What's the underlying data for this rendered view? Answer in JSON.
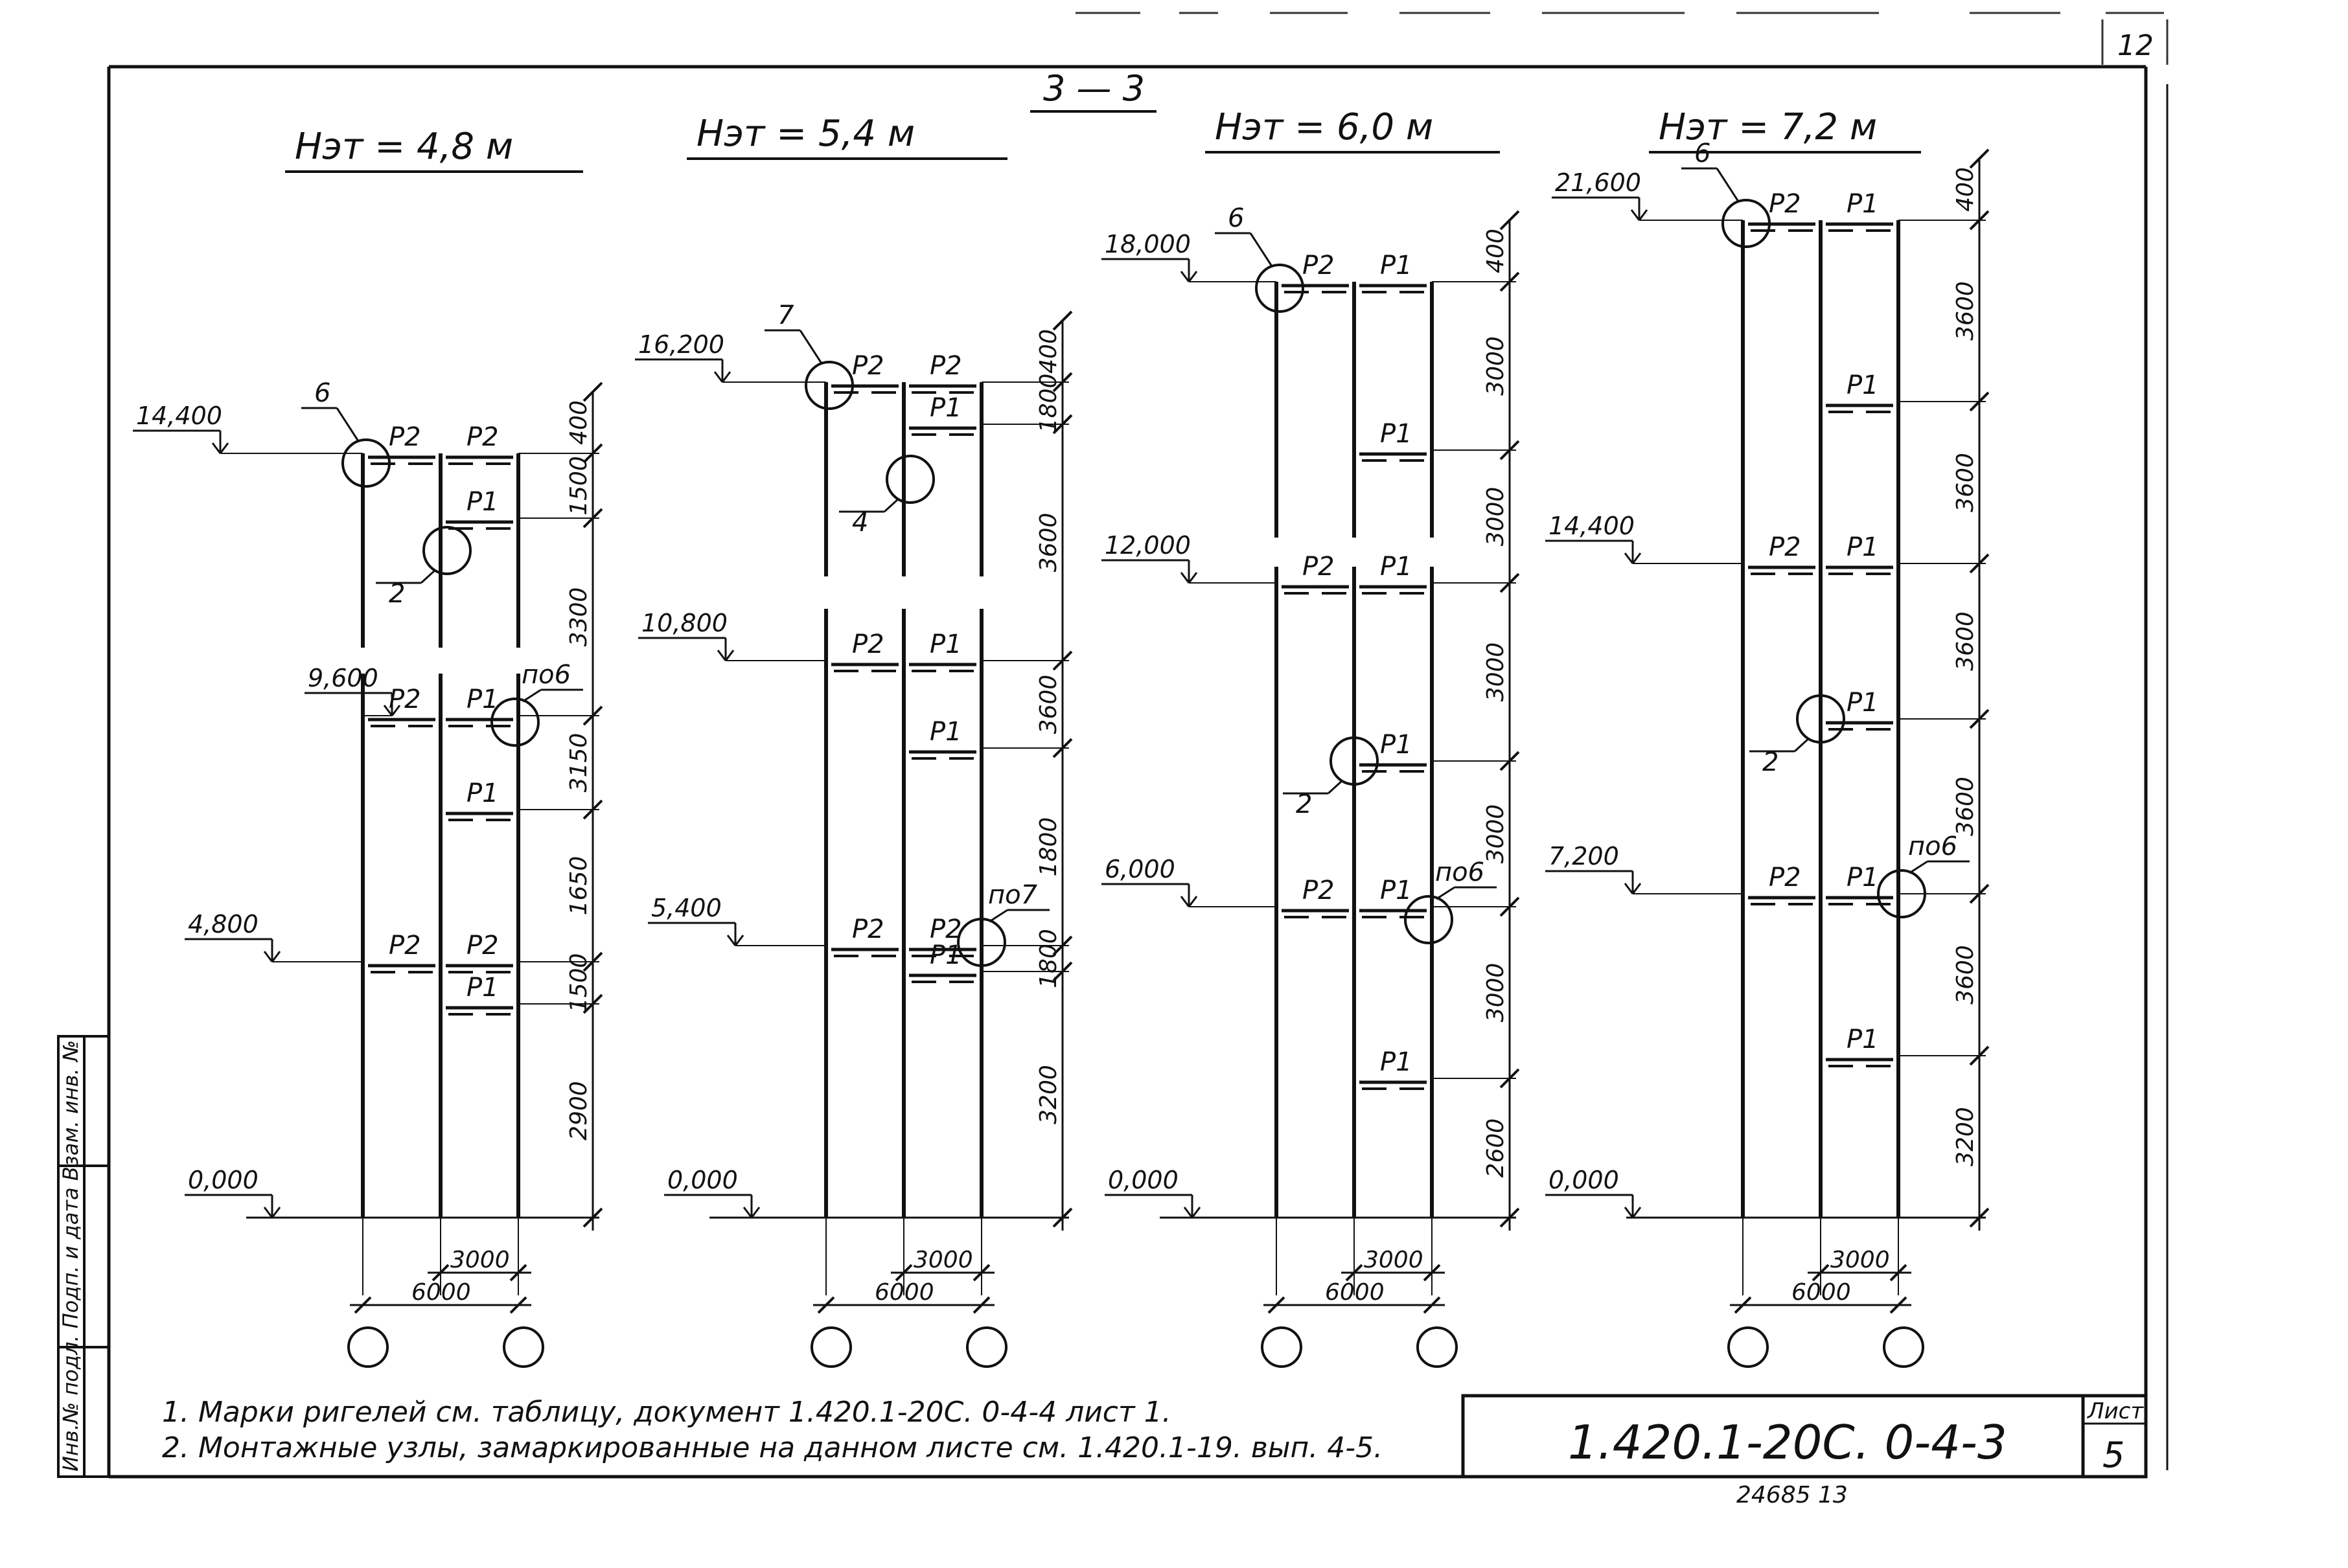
{
  "sheet": {
    "corner_number": "12",
    "section_title": "3 — 3",
    "notes": [
      "1. Марки ригелей см. таблицу, документ 1.420.1-20С. 0-4-4 лист 1.",
      "2. Монтажные узлы, замаркированные на данном листе см. 1.420.1-19. вып. 4-5."
    ],
    "doc_code": "1.420.1-20С. 0-4-3",
    "sheet_label": "Лист",
    "sheet_number": "5",
    "bottom_number": "24685 13",
    "side_stamp": "Инв.№ подл.  Подп. и дата  Взам. инв. №"
  },
  "frames": [
    {
      "title": "Нэт = 4,8 м",
      "levels": [
        {
          "mark": "14,400",
          "beams": [
            "P2",
            "P2"
          ]
        },
        {
          "mark": "",
          "beams": [
            "",
            "P1"
          ]
        },
        {
          "mark": "9,600",
          "beams": [
            "P2",
            "P1"
          ]
        },
        {
          "mark": "",
          "beams": [
            "",
            "P1"
          ]
        },
        {
          "mark": "4,800",
          "beams": [
            "P2",
            "P2"
          ]
        },
        {
          "mark": "",
          "beams": [
            "",
            "P1"
          ]
        },
        {
          "mark": "0,000",
          "beams": [
            "",
            ""
          ]
        }
      ],
      "right_dims": [
        "400",
        "1500",
        "3300",
        "3150",
        "1650",
        "1500",
        "2900"
      ],
      "nodes": [
        {
          "label": "6"
        },
        {
          "label": "2"
        },
        {
          "label": "по6"
        }
      ],
      "bottom_dims": [
        "3000",
        "6000"
      ]
    },
    {
      "title": "Нэт = 5,4 м",
      "levels": [
        {
          "mark": "16,200",
          "beams": [
            "P2",
            "P2"
          ]
        },
        {
          "mark": "",
          "beams": [
            "",
            "P1"
          ]
        },
        {
          "mark": "10,800",
          "beams": [
            "P2",
            "P1"
          ]
        },
        {
          "mark": "",
          "beams": [
            "",
            "P1"
          ]
        },
        {
          "mark": "5,400",
          "beams": [
            "P2",
            "P2"
          ]
        },
        {
          "mark": "",
          "beams": [
            "",
            "P1"
          ]
        },
        {
          "mark": "0,000",
          "beams": [
            "",
            ""
          ]
        }
      ],
      "right_dims": [
        "400",
        "1800",
        "3600",
        "3600",
        "1800",
        "1800",
        "3200"
      ],
      "nodes": [
        {
          "label": "7"
        },
        {
          "label": "4"
        },
        {
          "label": "по7"
        }
      ],
      "bottom_dims": [
        "3000",
        "6000"
      ]
    },
    {
      "title": "Нэт = 6,0 м",
      "levels": [
        {
          "mark": "18,000",
          "beams": [
            "P2",
            "P1"
          ]
        },
        {
          "mark": "",
          "beams": [
            "",
            "P1"
          ]
        },
        {
          "mark": "12,000",
          "beams": [
            "P2",
            "P1"
          ]
        },
        {
          "mark": "",
          "beams": [
            "",
            "P1"
          ]
        },
        {
          "mark": "6,000",
          "beams": [
            "P2",
            "P1"
          ]
        },
        {
          "mark": "",
          "beams": [
            "",
            "P1"
          ]
        },
        {
          "mark": "0,000",
          "beams": [
            "",
            ""
          ]
        }
      ],
      "right_dims": [
        "400",
        "3000",
        "3000",
        "3000",
        "3000",
        "3000",
        "2600"
      ],
      "nodes": [
        {
          "label": "6"
        },
        {
          "label": "2"
        },
        {
          "label": "по6"
        }
      ],
      "bottom_dims": [
        "3000",
        "6000"
      ]
    },
    {
      "title": "Нэт = 7,2 м",
      "levels": [
        {
          "mark": "21,600",
          "beams": [
            "P2",
            "P1"
          ]
        },
        {
          "mark": "",
          "beams": [
            "",
            "P1"
          ]
        },
        {
          "mark": "14,400",
          "beams": [
            "P2",
            "P1"
          ]
        },
        {
          "mark": "",
          "beams": [
            "",
            "P1"
          ]
        },
        {
          "mark": "7,200",
          "beams": [
            "P2",
            "P1"
          ]
        },
        {
          "mark": "",
          "beams": [
            "",
            "P1"
          ]
        },
        {
          "mark": "0,000",
          "beams": [
            "",
            ""
          ]
        }
      ],
      "right_dims": [
        "400",
        "3600",
        "3600",
        "3600",
        "3600",
        "3600",
        "3200"
      ],
      "nodes": [
        {
          "label": "6"
        },
        {
          "label": "2"
        },
        {
          "label": "по6"
        }
      ],
      "bottom_dims": [
        "3000",
        "6000"
      ]
    }
  ]
}
